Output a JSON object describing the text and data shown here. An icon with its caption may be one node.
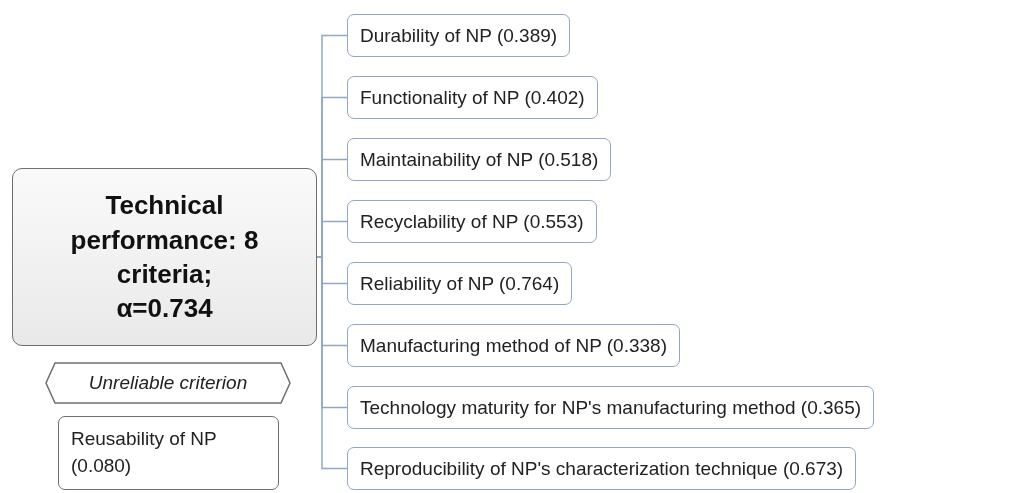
{
  "diagram": {
    "nodes": [
      {
        "text": [
          "Technical performance: 8 criteria; α=0.734"
        ]
      },
      {
        "text": [
          "Durability of NP (0.389)"
        ]
      },
      {
        "text": [
          "Functionality of NP (0.402)"
        ]
      },
      {
        "text": [
          "Maintainability of NP (0.518)"
        ]
      },
      {
        "text": [
          "Recyclability of NP (0.553)"
        ]
      },
      {
        "text": [
          "Reliability of NP (0.764)"
        ]
      },
      {
        "text": [
          "Manufacturing method of NP (0.338)"
        ]
      },
      {
        "text": [
          "Technology maturity for NP's manufacturing method (0.365)"
        ]
      },
      {
        "text": [
          "Reproducibility of NP's characterization technique (0.673)"
        ]
      },
      {
        "text": [
          "Unreliable criterion"
        ]
      },
      {
        "text": [
          "Reusability of NP (0.080)"
        ]
      }
    ],
    "edges": [
      {
        "from": 0,
        "to": 1,
        "arrow": "none"
      },
      {
        "from": 0,
        "to": 2,
        "arrow": "none"
      },
      {
        "from": 0,
        "to": 3,
        "arrow": "none"
      },
      {
        "from": 0,
        "to": 4,
        "arrow": "none"
      },
      {
        "from": 0,
        "to": 5,
        "arrow": "none"
      },
      {
        "from": 0,
        "to": 6,
        "arrow": "none"
      },
      {
        "from": 0,
        "to": 7,
        "arrow": "none"
      },
      {
        "from": 0,
        "to": 8,
        "arrow": "none"
      }
    ]
  }
}
